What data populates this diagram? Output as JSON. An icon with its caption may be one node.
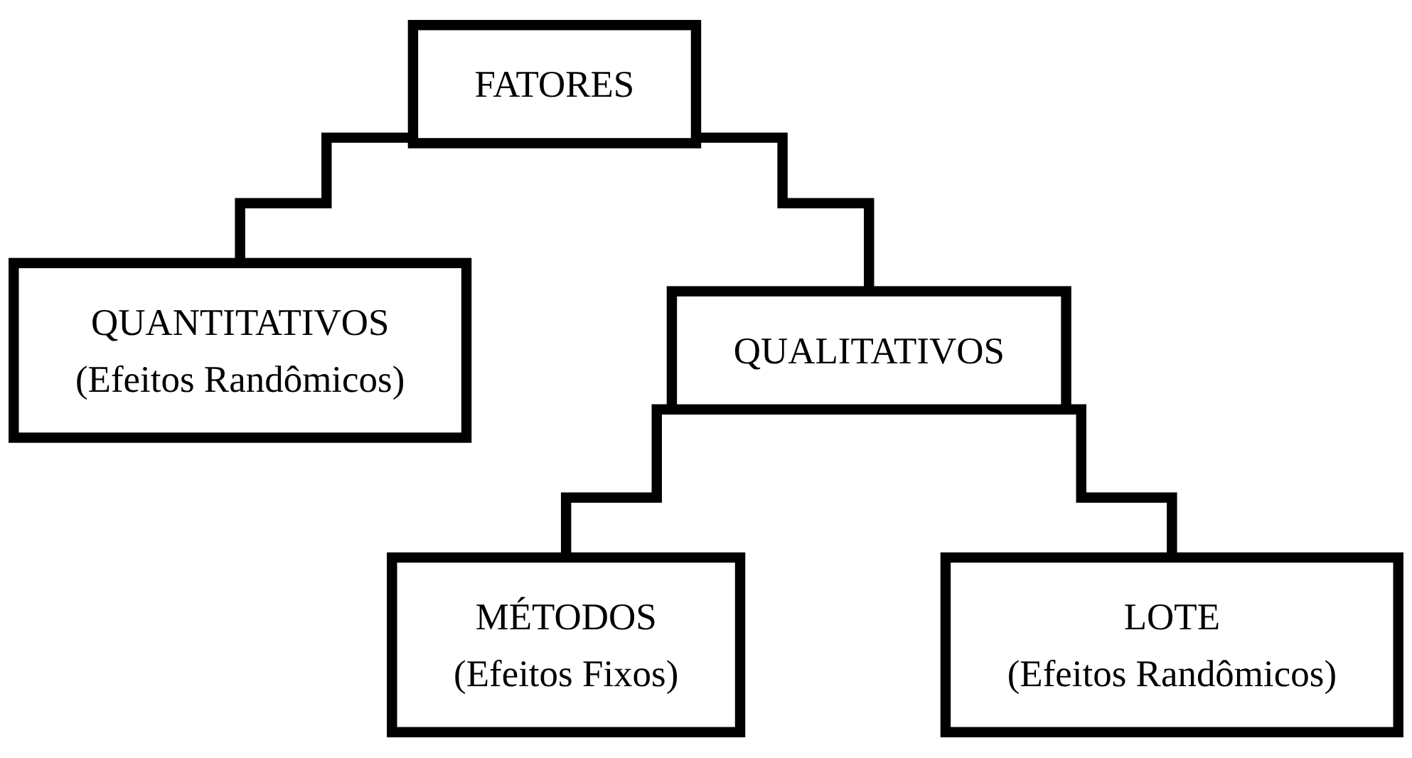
{
  "diagram": {
    "nodes": [
      {
        "text": [
          "FATORES"
        ]
      },
      {
        "text": [
          "QUANTITATIVOS",
          "(Efeitos Randômicos)"
        ]
      },
      {
        "text": [
          "QUALITATIVOS"
        ]
      },
      {
        "text": [
          "MÉTODOS",
          "(Efeitos Fixos)"
        ]
      },
      {
        "text": [
          "LOTE",
          "(Efeitos Randômicos)"
        ]
      }
    ],
    "edges": [
      {
        "from": 0,
        "to": 1,
        "arrow": "none"
      },
      {
        "from": 0,
        "to": 2,
        "arrow": "none"
      },
      {
        "from": 2,
        "to": 3,
        "arrow": "none"
      },
      {
        "from": 2,
        "to": 4,
        "arrow": "none"
      }
    ]
  }
}
